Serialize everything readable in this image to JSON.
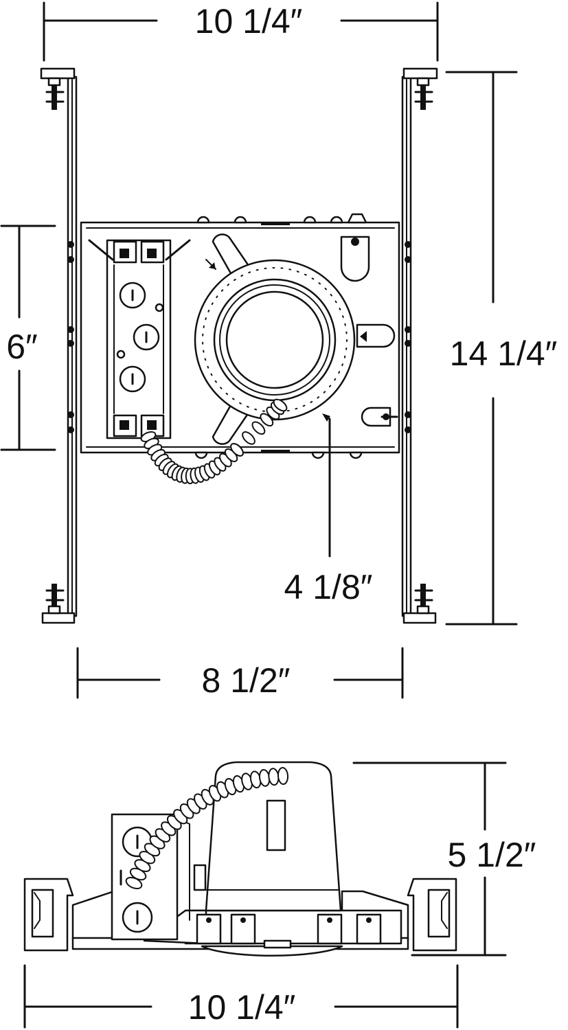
{
  "dimensions": {
    "top_width": "10 1/4″",
    "left_height": "6″",
    "right_height": "14 1/4″",
    "aperture": "4 1/8″",
    "housing_width": "8 1/2″",
    "side_height": "5 1/2″",
    "bottom_width": "10 1/4″"
  }
}
